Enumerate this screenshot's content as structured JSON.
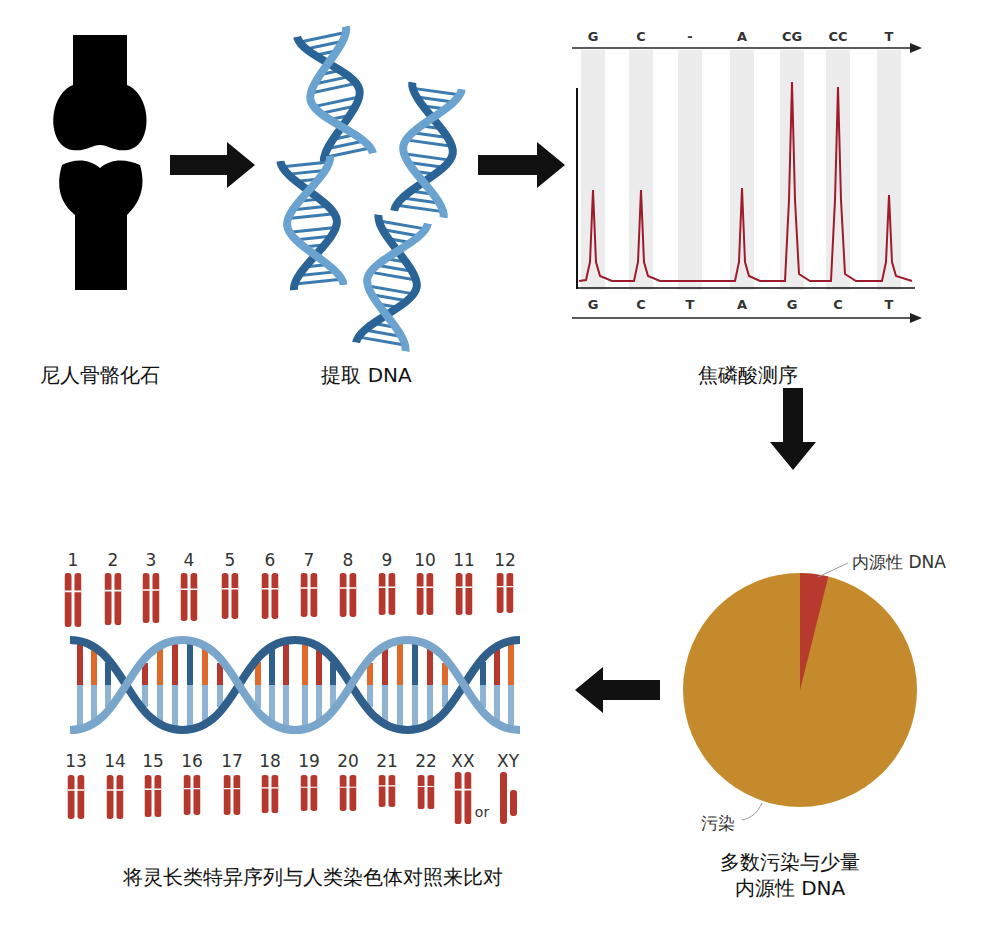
{
  "diagram": {
    "nodes": [
      {
        "text": [
          "尼人骨骼化石"
        ]
      },
      {
        "text": [
          "提取 DNA"
        ]
      },
      {
        "text": [
          "焦磷酸测序"
        ]
      },
      {
        "text": [
          "多数污染与少量 内源性 DNA"
        ]
      },
      {
        "text": [
          "将灵长类特异序列与人类染色体对照来比对"
        ]
      }
    ],
    "edges": [
      {
        "from": 0,
        "to": 1,
        "arrow": "to"
      },
      {
        "from": 1,
        "to": 2,
        "arrow": "to"
      },
      {
        "from": 2,
        "to": 3,
        "arrow": "to"
      },
      {
        "from": 3,
        "to": 4,
        "arrow": "to"
      }
    ],
    "labels": [
      "G",
      "C",
      "-",
      "A",
      "CG",
      "CC",
      "T",
      "G",
      "C",
      "T",
      "A",
      "G",
      "C",
      "T",
      "内源性 DNA",
      "污染",
      "1",
      "2",
      "3",
      "4",
      "5",
      "6",
      "7",
      "8",
      "9",
      "10",
      "11",
      "12",
      "13",
      "14",
      "15",
      "16",
      "17",
      "18",
      "19",
      "20",
      "21",
      "22",
      "XX",
      "XY",
      "or"
    ]
  }
}
